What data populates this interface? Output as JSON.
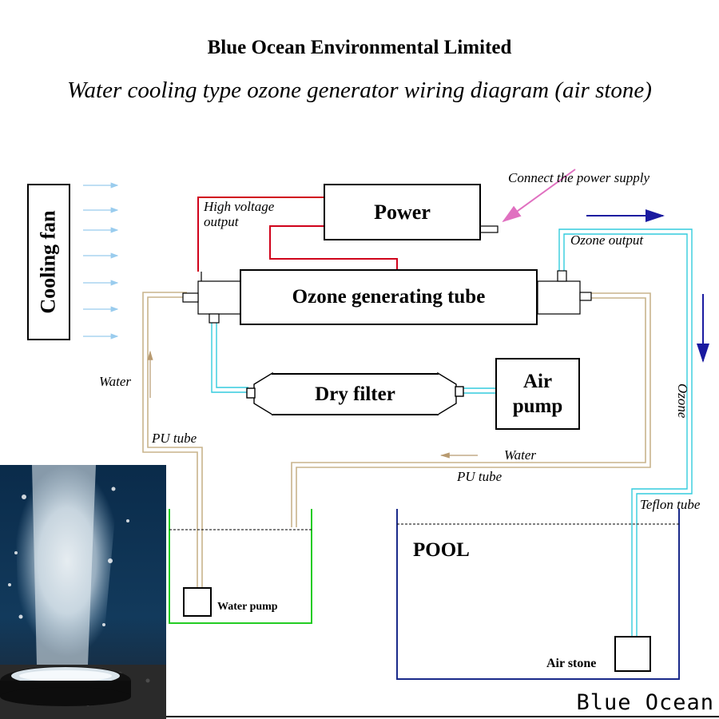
{
  "header": {
    "company": "Blue Ocean Environmental Limited",
    "subtitle": "Water cooling type ozone generator wiring diagram (air stone)"
  },
  "components": {
    "cooling_fan": "Cooling fan",
    "power": "Power",
    "ozone_tube": "Ozone generating tube",
    "dry_filter": "Dry filter",
    "air_pump_line1": "Air",
    "air_pump_line2": "pump",
    "water_pump": "Water pump",
    "pool": "POOL",
    "air_stone": "Air stone"
  },
  "annotations": {
    "connect_power": "Connect the power supply",
    "hv_line1": "High voltage",
    "hv_line2": "output",
    "ozone_output": "Ozone output",
    "ozone": "Ozone",
    "water_left": "Water",
    "pu_tube_left": "PU tube",
    "water_right": "Water",
    "pu_tube_right": "PU tube",
    "teflon_tube": "Teflon tube"
  },
  "brand": "Blue Ocean",
  "colors": {
    "high_voltage_wire": "#d0021b",
    "pu_tube": "#c8b48c",
    "teflon_tube": "#33ccdd",
    "ozone_arrow": "#1a1aa0",
    "fan_arrows": "#99ccee",
    "power_arrow": "#e070c0",
    "water_tank": "#22cc22",
    "pool": "#1a2a8a",
    "water_arrow": "#b89a70"
  }
}
